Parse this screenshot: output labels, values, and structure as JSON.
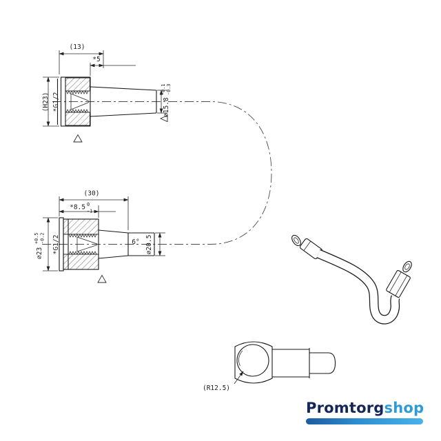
{
  "views": {
    "top": {
      "w13": "(13)",
      "d5": "*5",
      "g12": "*G1/2",
      "h23": "(H23)",
      "d158": "⌀15.8",
      "d158_up": "-0.1",
      "d158_dn": "-0.3"
    },
    "mid": {
      "w30": "(30)",
      "d85": "*8.5",
      "d85_up": "0",
      "d85_dn": "-1",
      "d23": "⌀23",
      "d23_up": "+0.5",
      "d23_dn": "-0.2",
      "g12": "*G1/2",
      "angle": "6°",
      "d205": "⌀20.5"
    },
    "elbow": {
      "r125": "(R12.5)"
    }
  },
  "logo": {
    "part1": "Promtorg",
    "part2": "shop",
    "navy_color": "#14265a",
    "blue_color": "#2e9bd6",
    "bar_color": "#2e8fd0"
  }
}
